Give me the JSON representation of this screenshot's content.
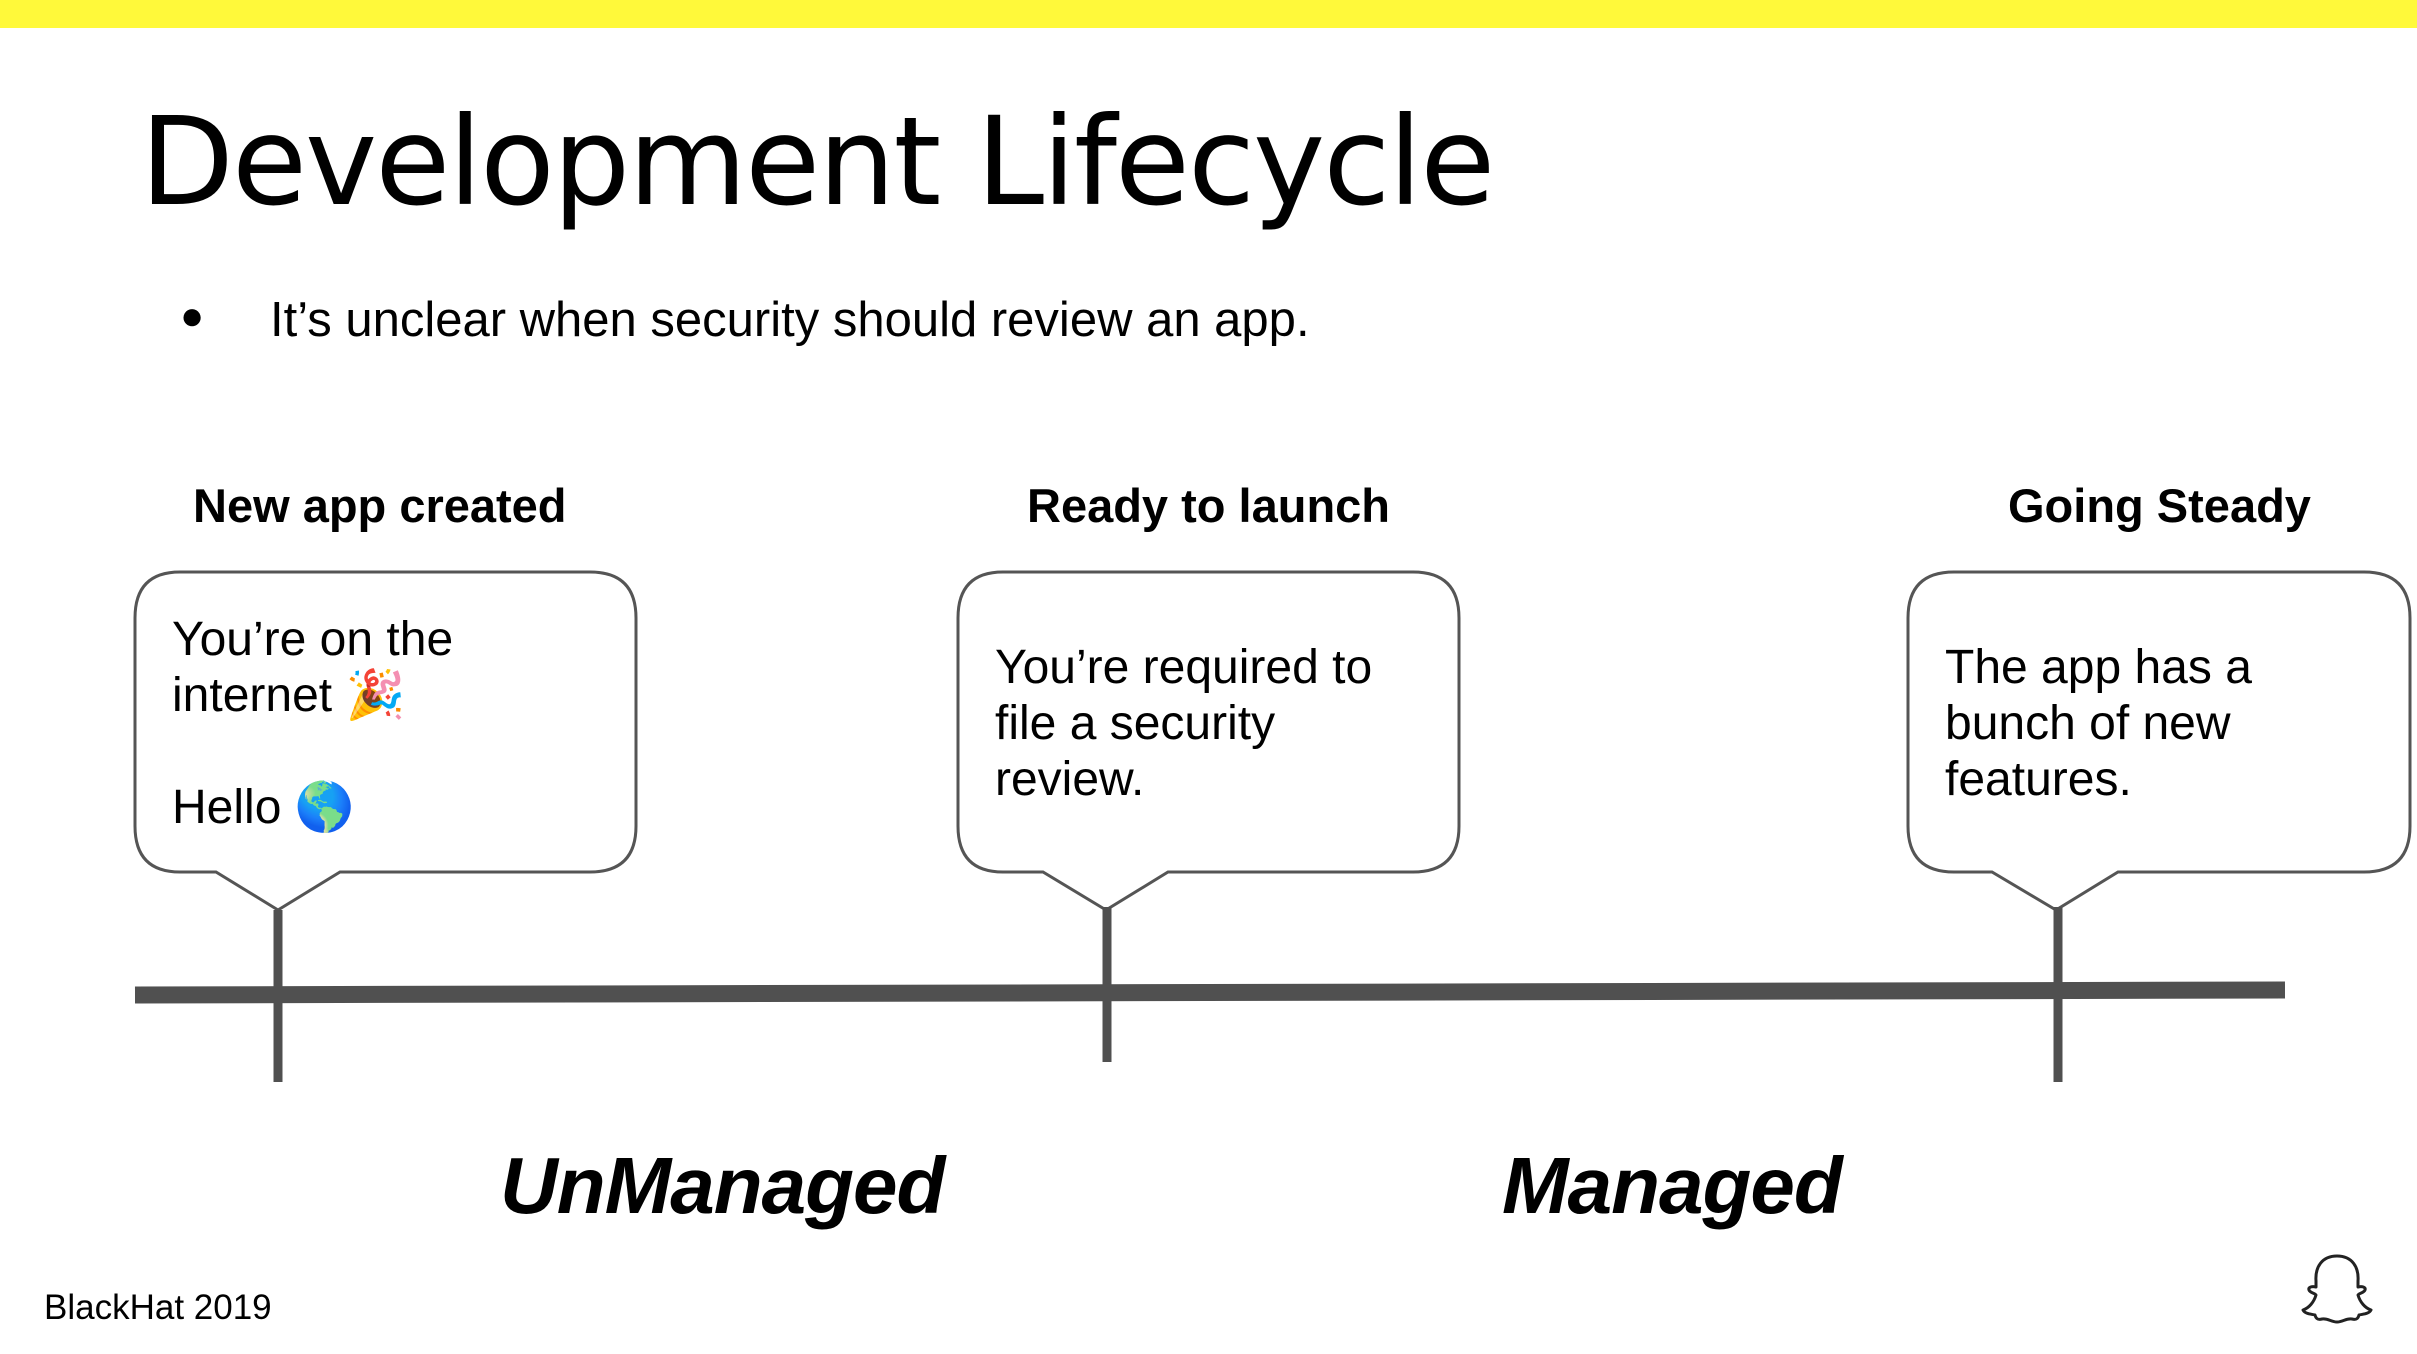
{
  "slide": {
    "title": "Development Lifecycle",
    "bullet": "It’s unclear when security should review an app.",
    "footer": "BlackHat 2019"
  },
  "stages": [
    {
      "label": "New app created",
      "callout": "You’re on the\ninternet 🎉\n\nHello 🌎"
    },
    {
      "label": "Ready to launch",
      "callout": "You’re required to\nfile a security\nreview."
    },
    {
      "label": "Going Steady",
      "callout": "The app has a\nbunch of new\nfeatures."
    }
  ],
  "zones": [
    {
      "label": "UnManaged"
    },
    {
      "label": "Managed"
    }
  ],
  "colors": {
    "accent_bar": "#fff93a",
    "timeline": "#505050",
    "callout_border": "#555555"
  },
  "icons": {
    "bullet": "bullet-dot",
    "logo": "snapchat-ghost-icon"
  }
}
